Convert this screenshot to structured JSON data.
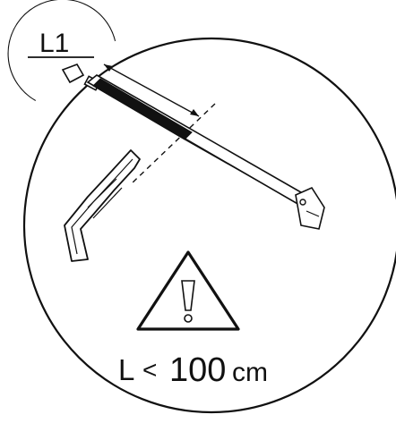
{
  "badge": {
    "text": "L1"
  },
  "instruction": {
    "prefix": "L",
    "operator": "<",
    "value": "100",
    "unit": "cm"
  },
  "icons": {
    "warning": "warning-triangle-icon",
    "tool": "hacksaw-icon"
  },
  "colors": {
    "stroke": "#111111",
    "background": "#ffffff"
  }
}
